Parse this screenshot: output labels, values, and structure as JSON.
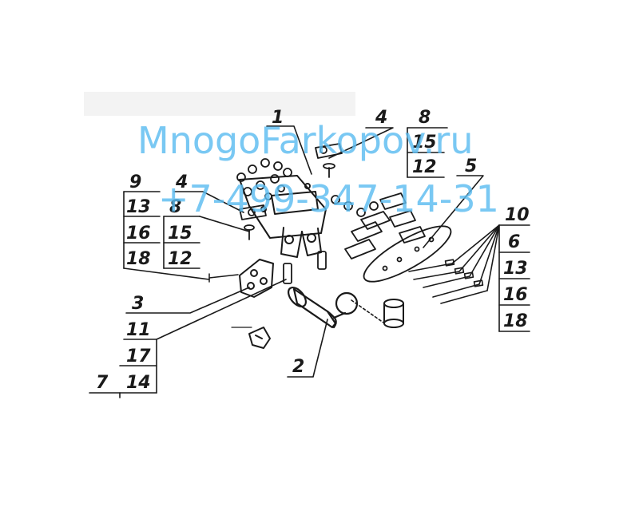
{
  "watermark": {
    "site": "MnogoFarkopov.ru",
    "phone": "+7-499-347-14-31",
    "color": "#5bbcf0"
  },
  "labels": {
    "l1": "1",
    "l2": "2",
    "l3": "3",
    "l4a": "4",
    "l4b": "4",
    "l5": "5",
    "l6": "6",
    "l7": "7",
    "l8a": "8",
    "l8b": "8",
    "l9": "9",
    "l10": "10",
    "l11": "11",
    "l12a": "12",
    "l12b": "12",
    "l13a": "13",
    "l13b": "13",
    "l14": "14",
    "l15a": "15",
    "l15b": "15",
    "l16a": "16",
    "l16b": "16",
    "l17": "17",
    "l18a": "18",
    "l18b": "18"
  }
}
